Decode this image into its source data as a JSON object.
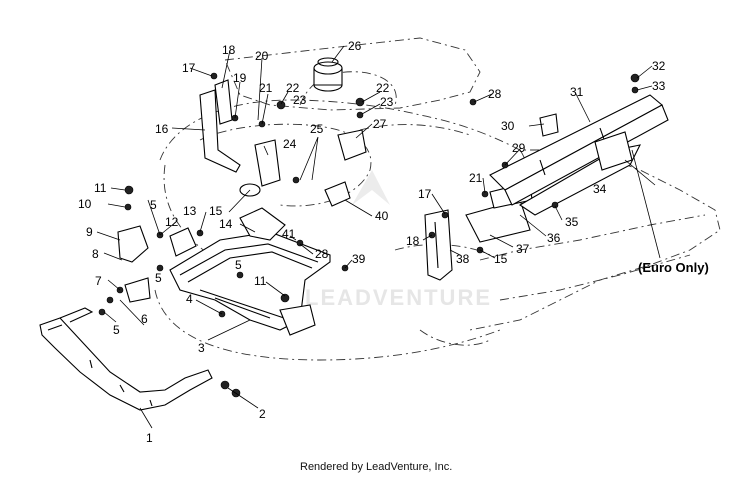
{
  "callouts": [
    "1",
    "2",
    "3",
    "4",
    "5",
    "5",
    "5",
    "5",
    "6",
    "7",
    "8",
    "9",
    "10",
    "11",
    "11",
    "12",
    "13",
    "14",
    "15",
    "15",
    "16",
    "17",
    "17",
    "18",
    "18",
    "19",
    "20",
    "21",
    "21",
    "22",
    "22",
    "23",
    "23",
    "24",
    "25",
    "26",
    "27",
    "28",
    "28",
    "29",
    "30",
    "31",
    "32",
    "33",
    "34",
    "35",
    "36",
    "37",
    "38",
    "39",
    "40",
    "41"
  ],
  "note": "(Euro Only)",
  "watermark": "LEADVENTURE",
  "credit": "Rendered by LeadVenture, Inc."
}
